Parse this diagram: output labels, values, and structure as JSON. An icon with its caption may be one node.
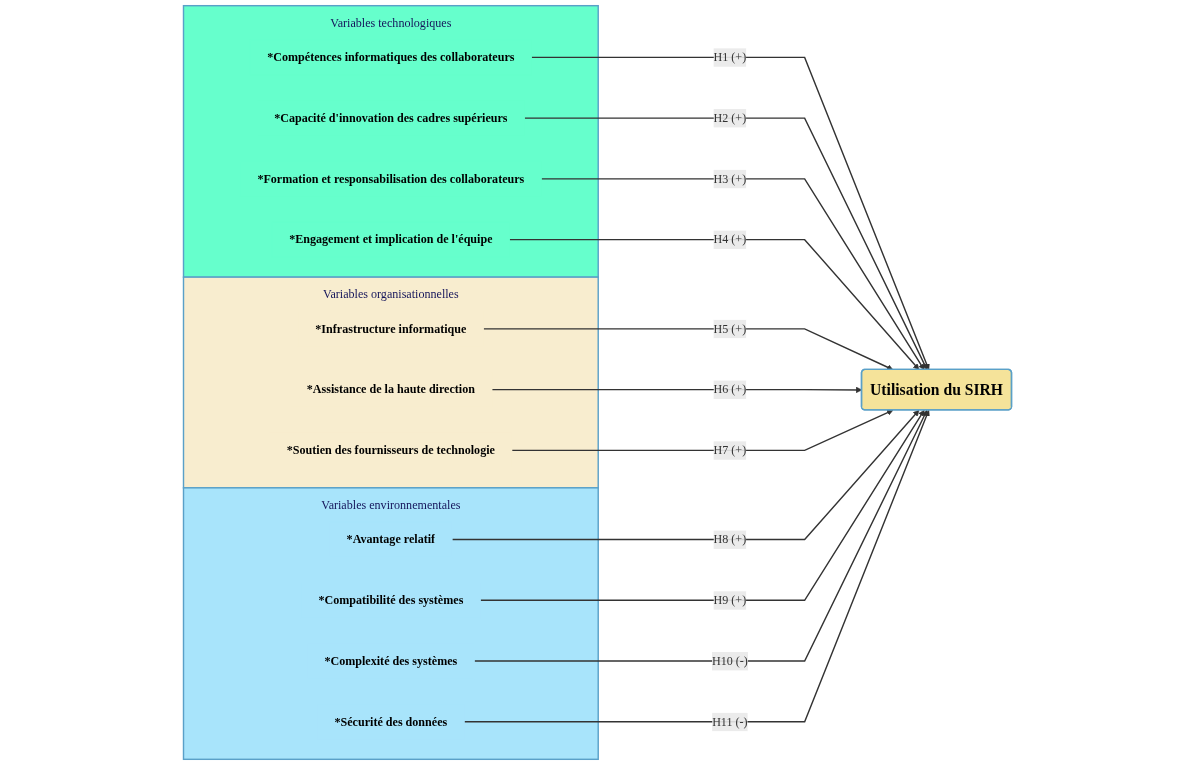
{
  "diagram": {
    "nodes": [
      {
        "text": [
          "Variables technologiques"
        ]
      },
      {
        "text": [
          "*Compétences informatiques des collaborateurs"
        ],
        "in": 0
      },
      {
        "text": [
          "*Capacité d'innovation des cadres supérieurs"
        ],
        "in": 0
      },
      {
        "text": [
          "*Formation et responsabilisation des collaborateurs"
        ],
        "in": 0
      },
      {
        "text": [
          "*Engagement et implication de l'équipe"
        ],
        "in": 0
      },
      {
        "text": [
          "Variables organisationnelles"
        ]
      },
      {
        "text": [
          "*Infrastructure informatique"
        ],
        "in": 5
      },
      {
        "text": [
          "*Assistance de la haute direction"
        ],
        "in": 5
      },
      {
        "text": [
          "*Soutien des fournisseurs de technologie"
        ],
        "in": 5
      },
      {
        "text": [
          "Variables environnementales"
        ]
      },
      {
        "text": [
          "*Avantage relatif"
        ],
        "in": 9
      },
      {
        "text": [
          "*Compatibilité des systèmes"
        ],
        "in": 9
      },
      {
        "text": [
          "*Complexité des systèmes"
        ],
        "in": 9
      },
      {
        "text": [
          "*Sécurité des données"
        ],
        "in": 9
      },
      {
        "text": [
          "Utilisation du SIRH"
        ]
      }
    ],
    "edges": [
      {
        "from": 1,
        "to": 14,
        "arrow": "to",
        "label": "H1 (+)"
      },
      {
        "from": 2,
        "to": 14,
        "arrow": "to",
        "label": "H2 (+)"
      },
      {
        "from": 3,
        "to": 14,
        "arrow": "to",
        "label": "H3 (+)"
      },
      {
        "from": 4,
        "to": 14,
        "arrow": "to",
        "label": "H4 (+)"
      },
      {
        "from": 6,
        "to": 14,
        "arrow": "to",
        "label": "H5 (+)"
      },
      {
        "from": 7,
        "to": 14,
        "arrow": "to",
        "label": "H6 (+)"
      },
      {
        "from": 8,
        "to": 14,
        "arrow": "to",
        "label": "H7 (+)"
      },
      {
        "from": 10,
        "to": 14,
        "arrow": "to",
        "label": "H8 (+)"
      },
      {
        "from": 11,
        "to": 14,
        "arrow": "to",
        "label": "H9 (+)"
      },
      {
        "from": 12,
        "to": 14,
        "arrow": "to",
        "label": "H10 (-)"
      },
      {
        "from": 13,
        "to": 14,
        "arrow": "to",
        "label": "H11 (-)"
      }
    ]
  }
}
